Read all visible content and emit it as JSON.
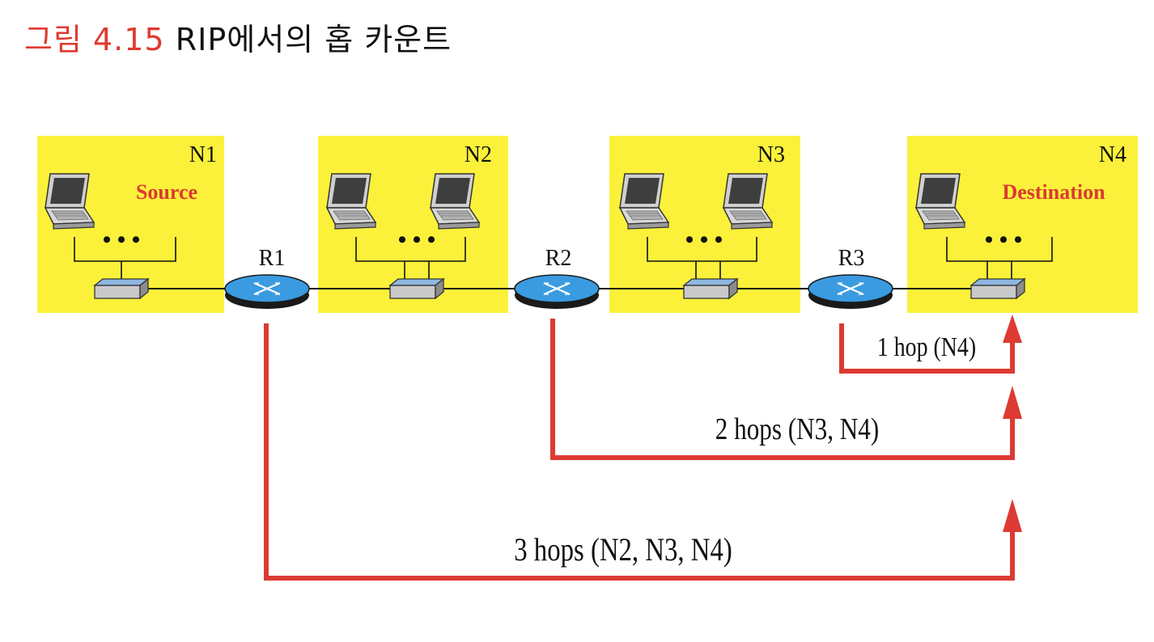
{
  "figure": {
    "label": "그림 4.15",
    "caption": "RIP에서의 홉 카운트"
  },
  "networks": [
    {
      "name": "N1",
      "role": "Source"
    },
    {
      "name": "N2",
      "role": ""
    },
    {
      "name": "N3",
      "role": ""
    },
    {
      "name": "N4",
      "role": "Destination"
    }
  ],
  "routers": [
    "R1",
    "R2",
    "R3"
  ],
  "dots": "• • •",
  "paths": [
    {
      "label": "1 hop (N4)",
      "from": "R3",
      "hops": 1
    },
    {
      "label": "2 hops (N3, N4)",
      "from": "R2",
      "hops": 2
    },
    {
      "label": "3 hops (N2, N3, N4)",
      "from": "R1",
      "hops": 3
    }
  ],
  "colors": {
    "network_fill": "#fbf13a",
    "accent_red": "#dc3a32",
    "router_blue": "#3a9be0",
    "title_red": "#e03a2e"
  }
}
